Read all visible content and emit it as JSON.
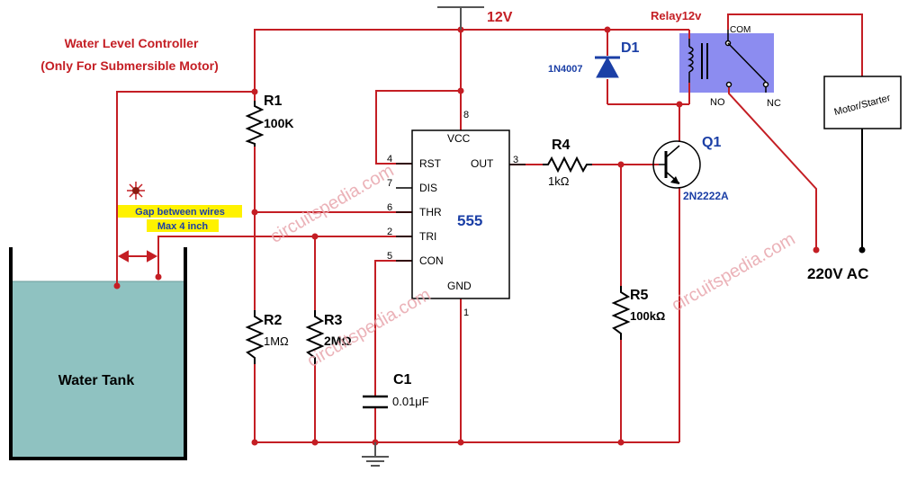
{
  "title": {
    "line1": "Water Level Controller",
    "line2": "(Only For Submersible Motor)"
  },
  "supply": "12V",
  "relay": {
    "label": "Relay12v",
    "com": "COM",
    "no": "NO",
    "nc": "NC"
  },
  "diode": {
    "name": "D1",
    "part": "1N4007"
  },
  "transistor": {
    "name": "Q1",
    "part": "2N2222A"
  },
  "ic": {
    "name": "555",
    "pins": {
      "vcc": "VCC",
      "rst": "RST",
      "dis": "DIS",
      "thr": "THR",
      "tri": "TRI",
      "con": "CON",
      "out": "OUT",
      "gnd": "GND"
    },
    "numbers": {
      "vcc": "8",
      "rst": "4",
      "dis": "7",
      "thr": "6",
      "tri": "2",
      "con": "5",
      "out": "3",
      "gnd": "1"
    }
  },
  "resistors": {
    "r1": {
      "name": "R1",
      "value": "100K"
    },
    "r2": {
      "name": "R2",
      "value": "1MΩ"
    },
    "r3": {
      "name": "R3",
      "value": "2MΩ"
    },
    "r4": {
      "name": "R4",
      "value": "1kΩ"
    },
    "r5": {
      "name": "R5",
      "value": "100kΩ"
    }
  },
  "capacitor": {
    "name": "C1",
    "value": "0.01μF"
  },
  "gap_note": {
    "line1": "Gap between wires",
    "line2": "Max 4 inch"
  },
  "tank_label": "Water Tank",
  "motor_label": "Motor/Starter",
  "ac_label": "220V AC",
  "watermarks": [
    "circuitspedia.com",
    "circuitspedia.com",
    "circuitspedia.com"
  ],
  "colors": {
    "wire": "#c41e24",
    "ground_wire": "#555555",
    "water": "#8fc2c1",
    "relay_box": "#8c8cf0",
    "blue_text": "#1b3fa6",
    "note_bg": "#fff200",
    "watermark": "#e8a4ac"
  }
}
